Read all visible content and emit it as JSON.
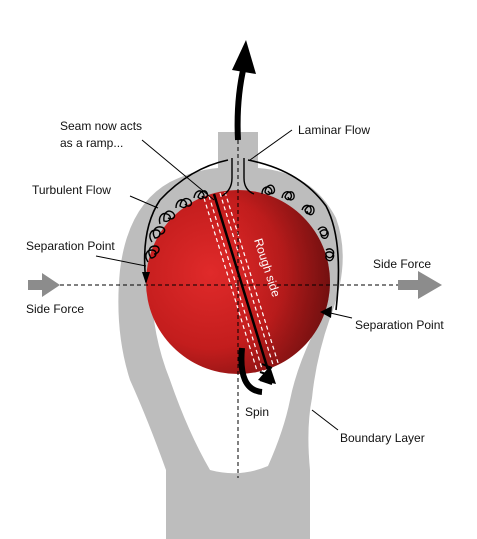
{
  "labels": {
    "seam_ramp_line1": "Seam now acts",
    "seam_ramp_line2": "as a ramp...",
    "laminar_flow": "Laminar Flow",
    "turbulent_flow": "Turbulent Flow",
    "separation_point_left": "Separation Point",
    "side_force_left": "Side Force",
    "side_force_right": "Side Force",
    "separation_point_right": "Separation Point",
    "rough_side": "Rough side",
    "spin": "Spin",
    "boundary_layer": "Boundary Layer"
  },
  "colors": {
    "flow_gray": "#bdbdbd",
    "arrow_gray": "#8c8c8c",
    "ball_red": "#cc1f1f",
    "ball_dark": "#7a1010",
    "line": "#000000"
  }
}
